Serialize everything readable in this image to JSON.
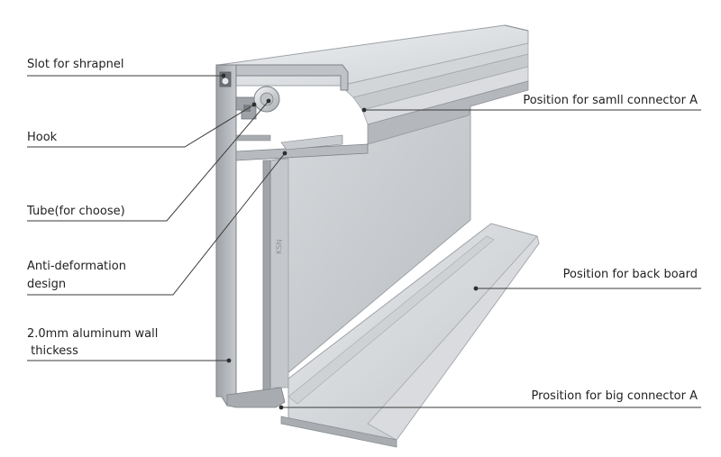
{
  "labels": {
    "slot": "Slot for shrapnel",
    "hook": "Hook",
    "tube": "Tube(for choose)",
    "anti_line1": "Anti-deformation",
    "anti_line2": "design",
    "wall_line1": "2.0mm aluminum wall",
    "wall_line2": " thickess",
    "small_connector": "Position for samll connector A",
    "back_board": "Position for back board",
    "big_connector": "Prosition for big connector A"
  },
  "profile_marking": "KSN",
  "colors": {
    "leader": "#3a3a3a",
    "metal_light": "#e6e8ea",
    "metal_mid": "#c9ccd0",
    "metal_dark": "#9a9ea3",
    "metal_shadow": "#6f7377"
  }
}
